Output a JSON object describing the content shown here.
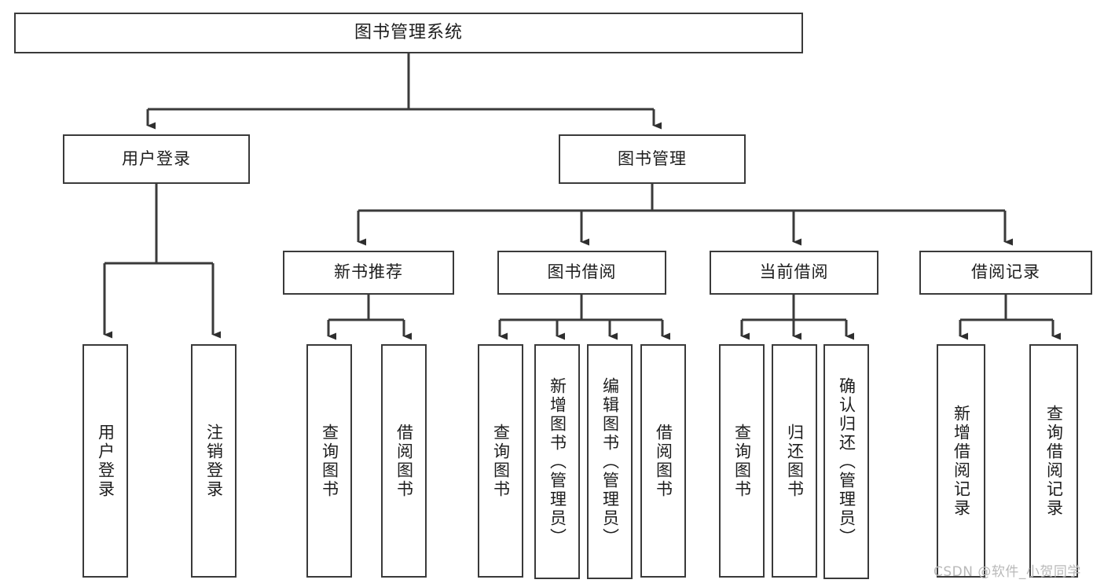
{
  "diagram": {
    "title": "图书管理系统",
    "type": "tree-hierarchy-diagram",
    "root": {
      "label": "图书管理系统"
    },
    "level2": [
      {
        "label": "用户登录"
      },
      {
        "label": "图书管理"
      }
    ],
    "level3": [
      {
        "label": "新书推荐"
      },
      {
        "label": "图书借阅"
      },
      {
        "label": "当前借阅"
      },
      {
        "label": "借阅记录"
      }
    ],
    "leaves": {
      "user_login": [
        {
          "label": "用户登录"
        },
        {
          "label": "注销登录"
        }
      ],
      "new_book_recommend": [
        {
          "label": "查询图书"
        },
        {
          "label": "借阅图书"
        }
      ],
      "book_borrow": [
        {
          "label": "查询图书"
        },
        {
          "label": "新增图书（管理员）"
        },
        {
          "label": "编辑图书（管理员）"
        },
        {
          "label": "借阅图书"
        }
      ],
      "current_borrow": [
        {
          "label": "查询图书"
        },
        {
          "label": "归还图书"
        },
        {
          "label": "确认归还（管理员）"
        }
      ],
      "borrow_record": [
        {
          "label": "新增借阅记录"
        },
        {
          "label": "查询借阅记录"
        }
      ]
    }
  },
  "watermark": {
    "text": "CSDN @软件_小贺同学"
  },
  "colors": {
    "stroke": "#3a3a3a",
    "text": "#1d1d1d",
    "background": "#ffffff",
    "watermark": "#b9b9b9"
  }
}
